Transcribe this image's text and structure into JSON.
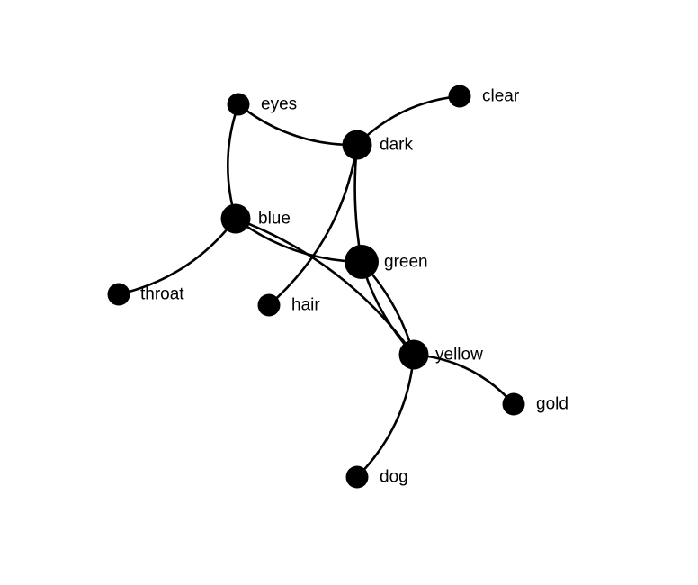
{
  "graph": {
    "nodes": [
      {
        "id": "eyes",
        "label": "eyes",
        "size": "small"
      },
      {
        "id": "clear",
        "label": "clear",
        "size": "small"
      },
      {
        "id": "dark",
        "label": "dark",
        "size": "large"
      },
      {
        "id": "blue",
        "label": "blue",
        "size": "large"
      },
      {
        "id": "green",
        "label": "green",
        "size": "xlarge"
      },
      {
        "id": "throat",
        "label": "throat",
        "size": "small"
      },
      {
        "id": "hair",
        "label": "hair",
        "size": "small"
      },
      {
        "id": "yellow",
        "label": "yellow",
        "size": "large"
      },
      {
        "id": "gold",
        "label": "gold",
        "size": "small"
      },
      {
        "id": "dog",
        "label": "dog",
        "size": "small"
      }
    ],
    "edges": [
      {
        "source": "eyes",
        "target": "dark"
      },
      {
        "source": "eyes",
        "target": "blue"
      },
      {
        "source": "clear",
        "target": "dark"
      },
      {
        "source": "dark",
        "target": "green"
      },
      {
        "source": "dark",
        "target": "hair"
      },
      {
        "source": "blue",
        "target": "green"
      },
      {
        "source": "blue",
        "target": "throat"
      },
      {
        "source": "blue",
        "target": "yellow"
      },
      {
        "source": "green",
        "target": "yellow"
      },
      {
        "source": "yellow",
        "target": "green"
      },
      {
        "source": "yellow",
        "target": "gold"
      },
      {
        "source": "yellow",
        "target": "dog"
      }
    ],
    "colors": {
      "node": "#000000",
      "edge": "#000000",
      "background": "#ffffff"
    }
  }
}
